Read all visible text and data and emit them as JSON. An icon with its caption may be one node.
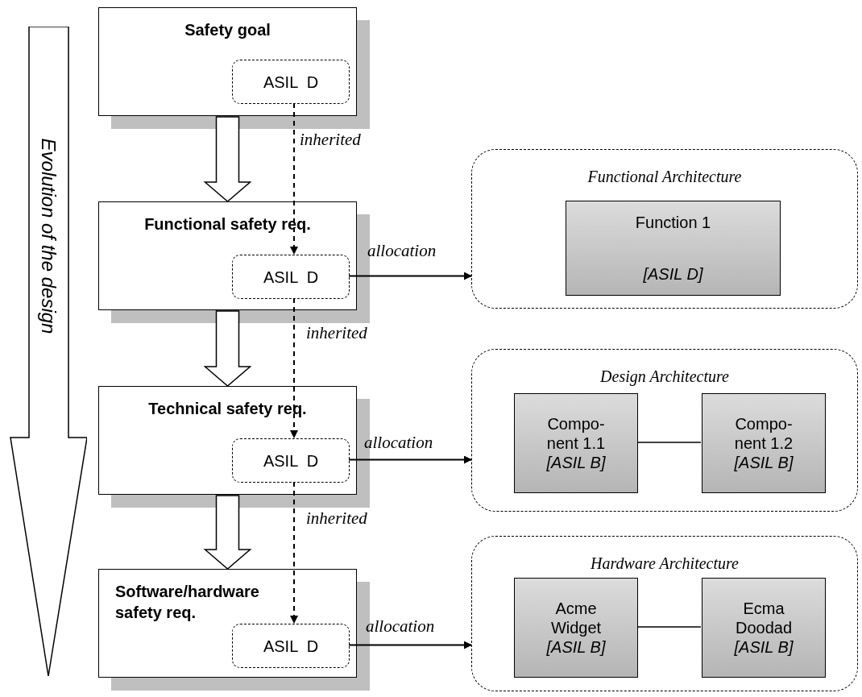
{
  "diagram": {
    "nodes": [
      {
        "text": [
          "Evolution of the design"
        ]
      },
      {
        "text": [
          "Safety goal"
        ]
      },
      {
        "text": [
          "ASIL  D"
        ],
        "in": 1
      },
      {
        "text": [
          "Functional safety req."
        ]
      },
      {
        "text": [
          "ASIL  D"
        ],
        "in": 3
      },
      {
        "text": [
          "Technical safety req."
        ]
      },
      {
        "text": [
          "ASIL  D"
        ],
        "in": 5
      },
      {
        "text": [
          "Software/hardware safety req."
        ]
      },
      {
        "text": [
          "ASIL  D"
        ],
        "in": 7
      },
      {
        "text": [
          "Functional Architecture"
        ]
      },
      {
        "text": [
          "Function 1",
          "[ASIL D]"
        ],
        "in": 9
      },
      {
        "text": [
          "Design Architecture"
        ]
      },
      {
        "text": [
          "Compo- nent 1.1",
          "[ASIL B]"
        ],
        "in": 11
      },
      {
        "text": [
          "Compo- nent 1.2",
          "[ASIL B]"
        ],
        "in": 11
      },
      {
        "text": [
          "Hardware Architecture"
        ]
      },
      {
        "text": [
          "Acme Widget",
          "[ASIL B]"
        ],
        "in": 14
      },
      {
        "text": [
          "Ecma Doodad",
          "[ASIL B]"
        ],
        "in": 14
      }
    ],
    "edges": [
      {
        "from": 1,
        "to": 3,
        "arrow": "to",
        "style": "thick"
      },
      {
        "from": 3,
        "to": 5,
        "arrow": "to",
        "style": "thick"
      },
      {
        "from": 5,
        "to": 7,
        "arrow": "to",
        "style": "thick"
      },
      {
        "from": 2,
        "to": 4,
        "arrow": "to",
        "style": "dashed",
        "label": "inherited"
      },
      {
        "from": 4,
        "to": 6,
        "arrow": "to",
        "style": "dashed",
        "label": "inherited"
      },
      {
        "from": 6,
        "to": 8,
        "arrow": "to",
        "style": "dashed",
        "label": "inherited"
      },
      {
        "from": 4,
        "to": 9,
        "arrow": "to",
        "label": "allocation"
      },
      {
        "from": 6,
        "to": 11,
        "arrow": "to",
        "label": "allocation"
      },
      {
        "from": 8,
        "to": 14,
        "arrow": "to",
        "label": "allocation"
      },
      {
        "from": 12,
        "to": 13,
        "arrow": "none"
      },
      {
        "from": 15,
        "to": 16,
        "arrow": "none"
      }
    ]
  }
}
